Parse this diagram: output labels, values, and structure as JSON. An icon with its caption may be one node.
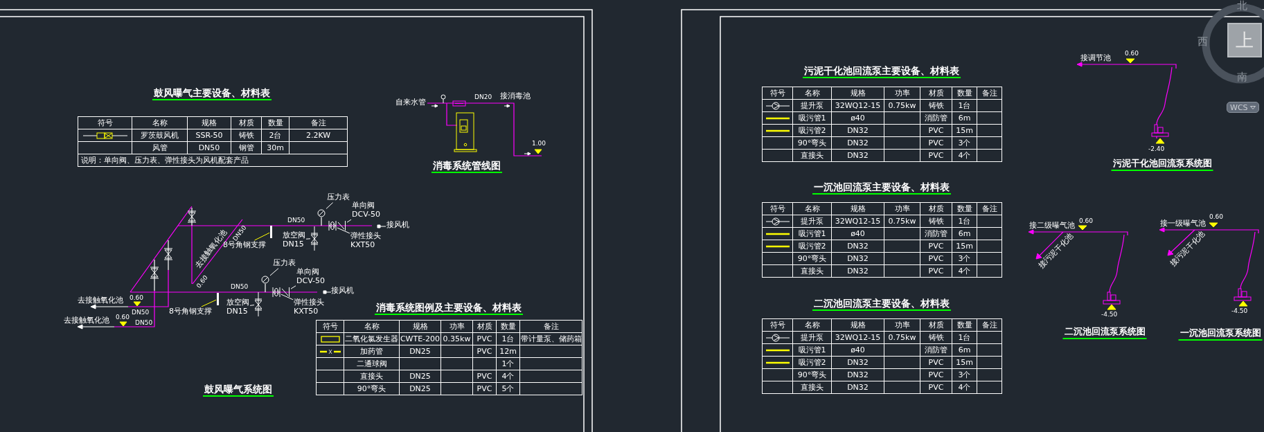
{
  "diagram": {
    "nodes": [
      {
        "text": [
          "压力表"
        ]
      },
      {
        "text": [],
        "shape": "circle"
      },
      {
        "text": [
          "单向阀",
          "DCV-50"
        ]
      },
      {
        "text": [],
        "shape": "picture"
      },
      {
        "text": [
          "弹性接头",
          "KXT50"
        ]
      },
      {
        "text": [],
        "shape": "box"
      },
      {
        "text": [
          "放空阀",
          "DN15"
        ]
      },
      {
        "text": [],
        "shape": "picture"
      },
      {
        "text": [
          "8号角钢支撑"
        ]
      },
      {
        "text": [],
        "shape": "bar"
      },
      {
        "text": [
          "压力表"
        ]
      },
      {
        "text": [],
        "shape": "circle"
      },
      {
        "text": [
          "单向阀",
          "DCV-50"
        ]
      },
      {
        "text": [],
        "shape": "picture"
      },
      {
        "text": [
          "弹性接头",
          "KXT50"
        ]
      },
      {
        "text": [],
        "shape": "box"
      },
      {
        "text": [
          "放空阀",
          "DN15"
        ]
      },
      {
        "text": [],
        "shape": "picture"
      },
      {
        "text": [
          "8号角钢支撑"
        ]
      },
      {
        "text": [],
        "shape": "bar"
      }
    ],
    "edges": [
      {
        "from": 0,
        "to": 1,
        "arrow": "none"
      },
      {
        "from": 2,
        "to": 3,
        "arrow": "none"
      },
      {
        "from": 4,
        "to": 5,
        "arrow": "none"
      },
      {
        "from": 6,
        "to": 7,
        "arrow": "none"
      },
      {
        "from": 8,
        "to": 9,
        "arrow": "none",
        "color": "#ffff00"
      },
      {
        "from": 10,
        "to": 11,
        "arrow": "none"
      },
      {
        "from": 12,
        "to": 13,
        "arrow": "none"
      },
      {
        "from": 14,
        "to": 15,
        "arrow": "none"
      },
      {
        "from": 16,
        "to": 17,
        "arrow": "none"
      },
      {
        "from": 18,
        "to": 19,
        "arrow": "none",
        "color": "#ffff00"
      }
    ],
    "labels": [
      "鼓风曝气主要设备、材料表",
      "符号",
      "名称",
      "规格",
      "材质",
      "数量",
      "备注",
      "罗茨鼓风机",
      "SSR-50",
      "铸铁",
      "2台",
      "2.2KW",
      "风管",
      "DN50",
      "钢管",
      "30m",
      "说明：单向阀、压力表、弹性接头为风机配套产品",
      "DN50",
      "接风机",
      "0.60",
      "去接触氧化池",
      "DN50",
      "DN50",
      "接风机",
      "去接触氧化池",
      "0.60",
      "DN50",
      "去接触氧化池",
      "0.60",
      "DN50",
      "鼓风曝气系统图",
      "自来水管",
      "DN20",
      "接消毒池",
      "1.00",
      "消毒系统管线图",
      "消毒系统图例及主要设备、材料表",
      "符号",
      "名称",
      "规格",
      "功率",
      "材质",
      "数量",
      "备注",
      "二氧化氯发生器",
      "CWTE-200",
      "0.35kw",
      "PVC",
      "1台",
      "带计量泵、储药箱",
      "加药管",
      "DN25",
      "PVC",
      "12m",
      "二通球阀",
      "1个",
      "直接头",
      "DN25",
      "PVC",
      "4个",
      "90°弯头",
      "DN25",
      "PVC",
      "5个",
      "污泥干化池回流泵主要设备、材料表",
      "符号",
      "名称",
      "规格",
      "功率",
      "材质",
      "数量",
      "备注",
      "提升泵",
      "32WQ12-15",
      "0.75kw",
      "铸铁",
      "1台",
      "吸污管1",
      "ø40",
      "消防管",
      "6m",
      "吸污管2",
      "DN32",
      "PVC",
      "15m",
      "90°弯头",
      "DN32",
      "PVC",
      "3个",
      "直接头",
      "DN32",
      "PVC",
      "4个",
      "一沉池回流泵主要设备、材料表",
      "符号",
      "名称",
      "规格",
      "功率",
      "材质",
      "数量",
      "备注",
      "提升泵",
      "32WQ12-15",
      "0.75kw",
      "铸铁",
      "1台",
      "吸污管1",
      "ø40",
      "消防管",
      "6m",
      "吸污管2",
      "DN32",
      "PVC",
      "15m",
      "90°弯头",
      "DN32",
      "PVC",
      "3个",
      "直接头",
      "DN32",
      "PVC",
      "4个",
      "二沉池回流泵主要设备、材料表",
      "符号",
      "名称",
      "规格",
      "功率",
      "材质",
      "数量",
      "备注",
      "提升泵",
      "32WQ12-15",
      "0.75kw",
      "铸铁",
      "1台",
      "吸污管1",
      "ø40",
      "消防管",
      "6m",
      "吸污管2",
      "DN32",
      "PVC",
      "15m",
      "90°弯头",
      "DN32",
      "PVC",
      "3个",
      "直接头",
      "DN32",
      "PVC",
      "4个",
      "接调节池",
      "0.60",
      "-2.40",
      "污泥干化池回流泵系统图",
      "接二级曝气池",
      "0.60",
      "接污泥干化池",
      "-4.50",
      "二沉池回流泵系统图",
      "接一级曝气池",
      "0.60",
      "接污泥干化池",
      "-4.50",
      "一沉池回流泵系统图",
      "北",
      "西",
      "上",
      "南",
      "WCS"
    ]
  }
}
